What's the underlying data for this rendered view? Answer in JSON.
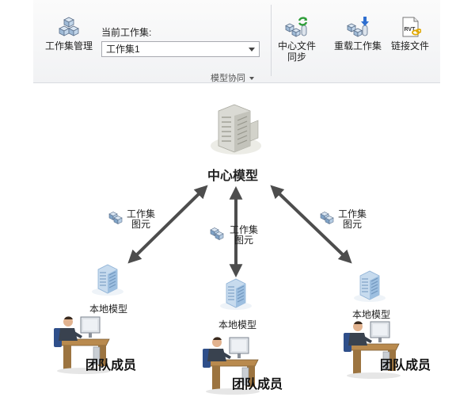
{
  "ribbon": {
    "workset_manage_label": "工作集管理",
    "current_workset_label": "当前工作集:",
    "current_workset_value": "工作集1",
    "sync_label_line1": "中心文件",
    "sync_label_line2": "同步",
    "reload_label": "重载工作集",
    "link_label": "链接文件",
    "rvt_badge": "RVT",
    "group_label": "模型协同"
  },
  "diagram": {
    "central_model": "中心模型",
    "workset_element_line1": "工作集",
    "workset_element_line2": "图元",
    "local_model": "本地模型",
    "team_member": "团队成员",
    "colors": {
      "arrow": "#4d4d4d",
      "building_light": "#c7dbee",
      "building_dark": "#8fb2d6",
      "central_building": "#d7d7d2"
    }
  }
}
